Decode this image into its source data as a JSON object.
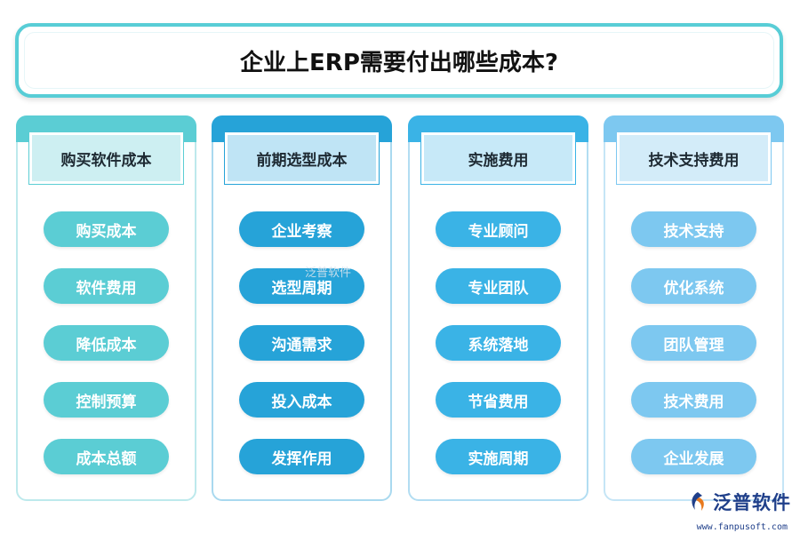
{
  "title": "企业上ERP需要付出哪些成本?",
  "watermark": "泛普软件",
  "logo": {
    "text": "泛普软件",
    "url": "www.fanpusoft.com",
    "icon": "fanpu-logo-icon"
  },
  "colors": {
    "title_border": "#58cdd6",
    "col1": "#5bcdd4",
    "col2": "#26a3d8",
    "col3": "#3ab3e6",
    "col4": "#7dc8f0"
  },
  "columns": [
    {
      "label": "购买软件成本",
      "items": [
        "购买成本",
        "软件费用",
        "降低成本",
        "控制预算",
        "成本总额"
      ]
    },
    {
      "label": "前期选型成本",
      "items": [
        "企业考察",
        "选型周期",
        "沟通需求",
        "投入成本",
        "发挥作用"
      ]
    },
    {
      "label": "实施费用",
      "items": [
        "专业顾问",
        "专业团队",
        "系统落地",
        "节省费用",
        "实施周期"
      ]
    },
    {
      "label": "技术支持费用",
      "items": [
        "技术支持",
        "优化系统",
        "团队管理",
        "技术费用",
        "企业发展"
      ]
    }
  ]
}
